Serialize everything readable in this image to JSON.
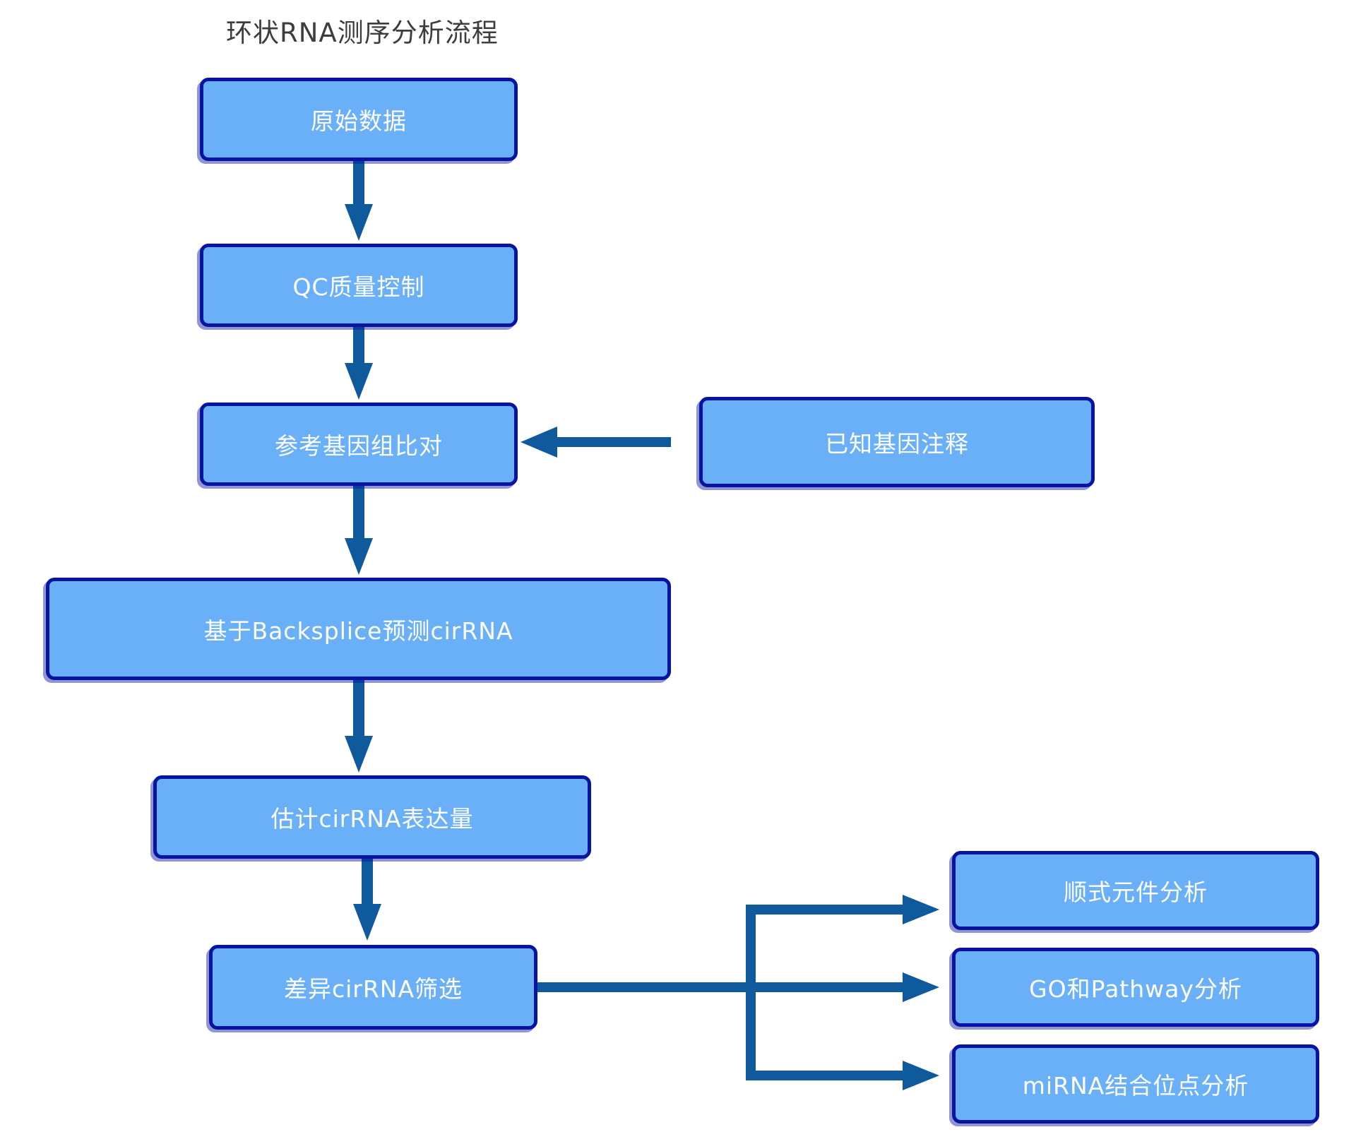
{
  "title": "环状RNA测序分析流程",
  "colors": {
    "background": "#ffffff",
    "node_fill": "#6ab0f9",
    "node_border": "#0813a0",
    "node_text": "#ffffff",
    "connector": "#0e5a9c",
    "title_text": "#3d3d3d"
  },
  "nodes": {
    "raw_data": {
      "label": "原始数据"
    },
    "qc": {
      "label": "QC质量控制"
    },
    "align": {
      "label": "参考基因组比对"
    },
    "annotation": {
      "label": "已知基因注释"
    },
    "backsplice": {
      "label": "基于Backsplice预测cirRNA"
    },
    "expression": {
      "label": "估计cirRNA表达量"
    },
    "diff": {
      "label": "差异cirRNA筛选"
    },
    "cis": {
      "label": "顺式元件分析"
    },
    "go_pathway": {
      "label": "GO和Pathway分析"
    },
    "mirna": {
      "label": "miRNA结合位点分析"
    }
  },
  "edges": [
    {
      "from": "raw_data",
      "to": "qc"
    },
    {
      "from": "qc",
      "to": "align"
    },
    {
      "from": "annotation",
      "to": "align"
    },
    {
      "from": "align",
      "to": "backsplice"
    },
    {
      "from": "backsplice",
      "to": "expression"
    },
    {
      "from": "expression",
      "to": "diff"
    },
    {
      "from": "diff",
      "to": "cis"
    },
    {
      "from": "diff",
      "to": "go_pathway"
    },
    {
      "from": "diff",
      "to": "mirna"
    }
  ]
}
